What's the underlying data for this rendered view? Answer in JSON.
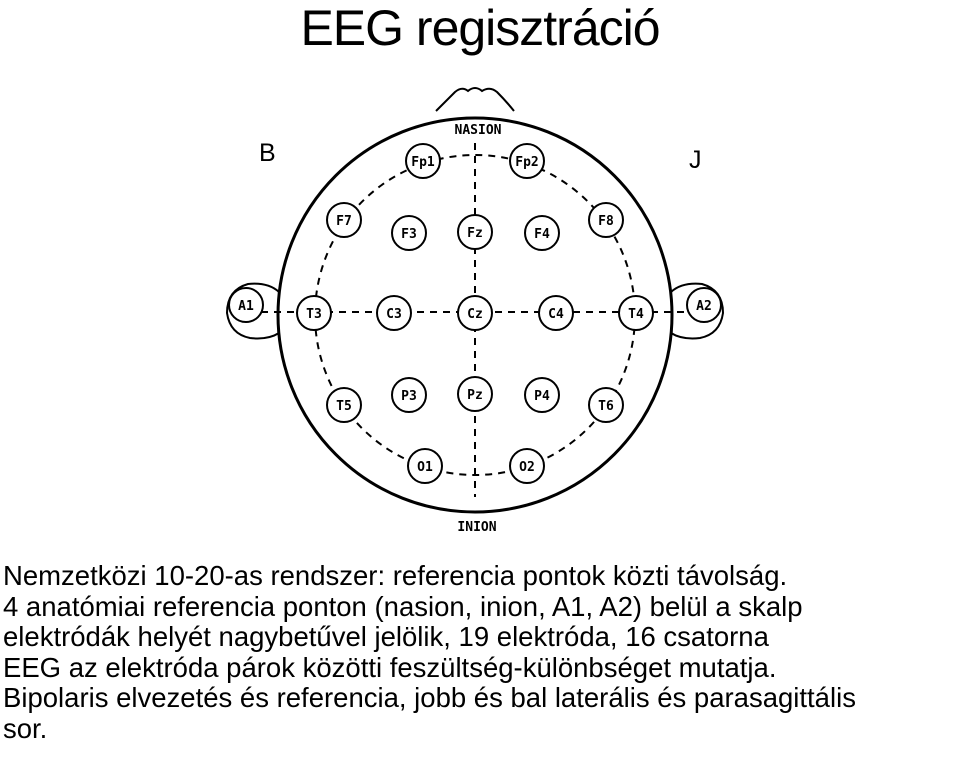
{
  "title": "EEG regisztráció",
  "side_labels": {
    "left": "B",
    "right": "J"
  },
  "landmarks": {
    "nasion": "NASION",
    "inion": "INION"
  },
  "electrodes": [
    "Fp1",
    "Fp2",
    "F7",
    "F3",
    "Fz",
    "F4",
    "F8",
    "A1",
    "T3",
    "C3",
    "Cz",
    "C4",
    "T4",
    "A2",
    "T5",
    "P3",
    "Pz",
    "P4",
    "T6",
    "O1",
    "O2"
  ],
  "caption_lines": [
    "Nemzetközi 10-20-as rendszer: referencia pontok közti távolság.",
    "4 anatómiai referencia ponton (nasion, inion, A1, A2) belül a skalp",
    "elektródák helyét nagybetűvel jelölik, 19 elektróda, 16 csatorna",
    "EEG az elektróda párok közötti feszültség-különbséget mutatja.",
    "Bipolaris elvezetés és referencia, jobb és bal laterális és parasagittális",
    "sor."
  ]
}
